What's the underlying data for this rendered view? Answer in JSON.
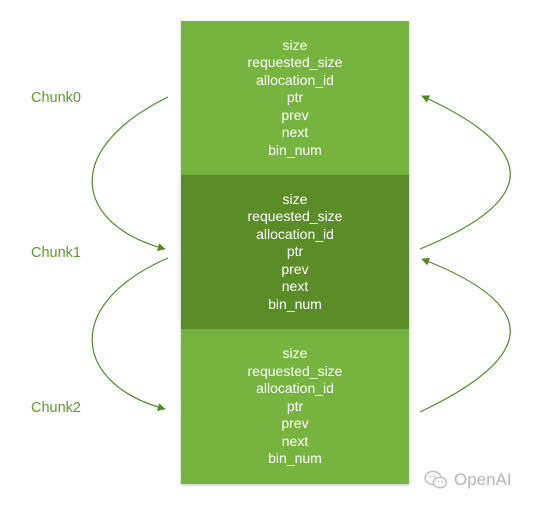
{
  "colors": {
    "light_green": "#76b43f",
    "dark_green": "#5a8c28",
    "arrow": "#4f8a23",
    "label": "#5e9a2c"
  },
  "chunks": [
    {
      "label": "Chunk0",
      "fields": [
        "size",
        "requested_size",
        "allocation_id",
        "ptr",
        "prev",
        "next",
        "bin_num"
      ]
    },
    {
      "label": "Chunk1",
      "fields": [
        "size",
        "requested_size",
        "allocation_id",
        "ptr",
        "prev",
        "next",
        "bin_num"
      ]
    },
    {
      "label": "Chunk2",
      "fields": [
        "size",
        "requested_size",
        "allocation_id",
        "ptr",
        "prev",
        "next",
        "bin_num"
      ]
    }
  ],
  "watermark": {
    "icon": "wechat-icon",
    "text": "OpenAI"
  }
}
